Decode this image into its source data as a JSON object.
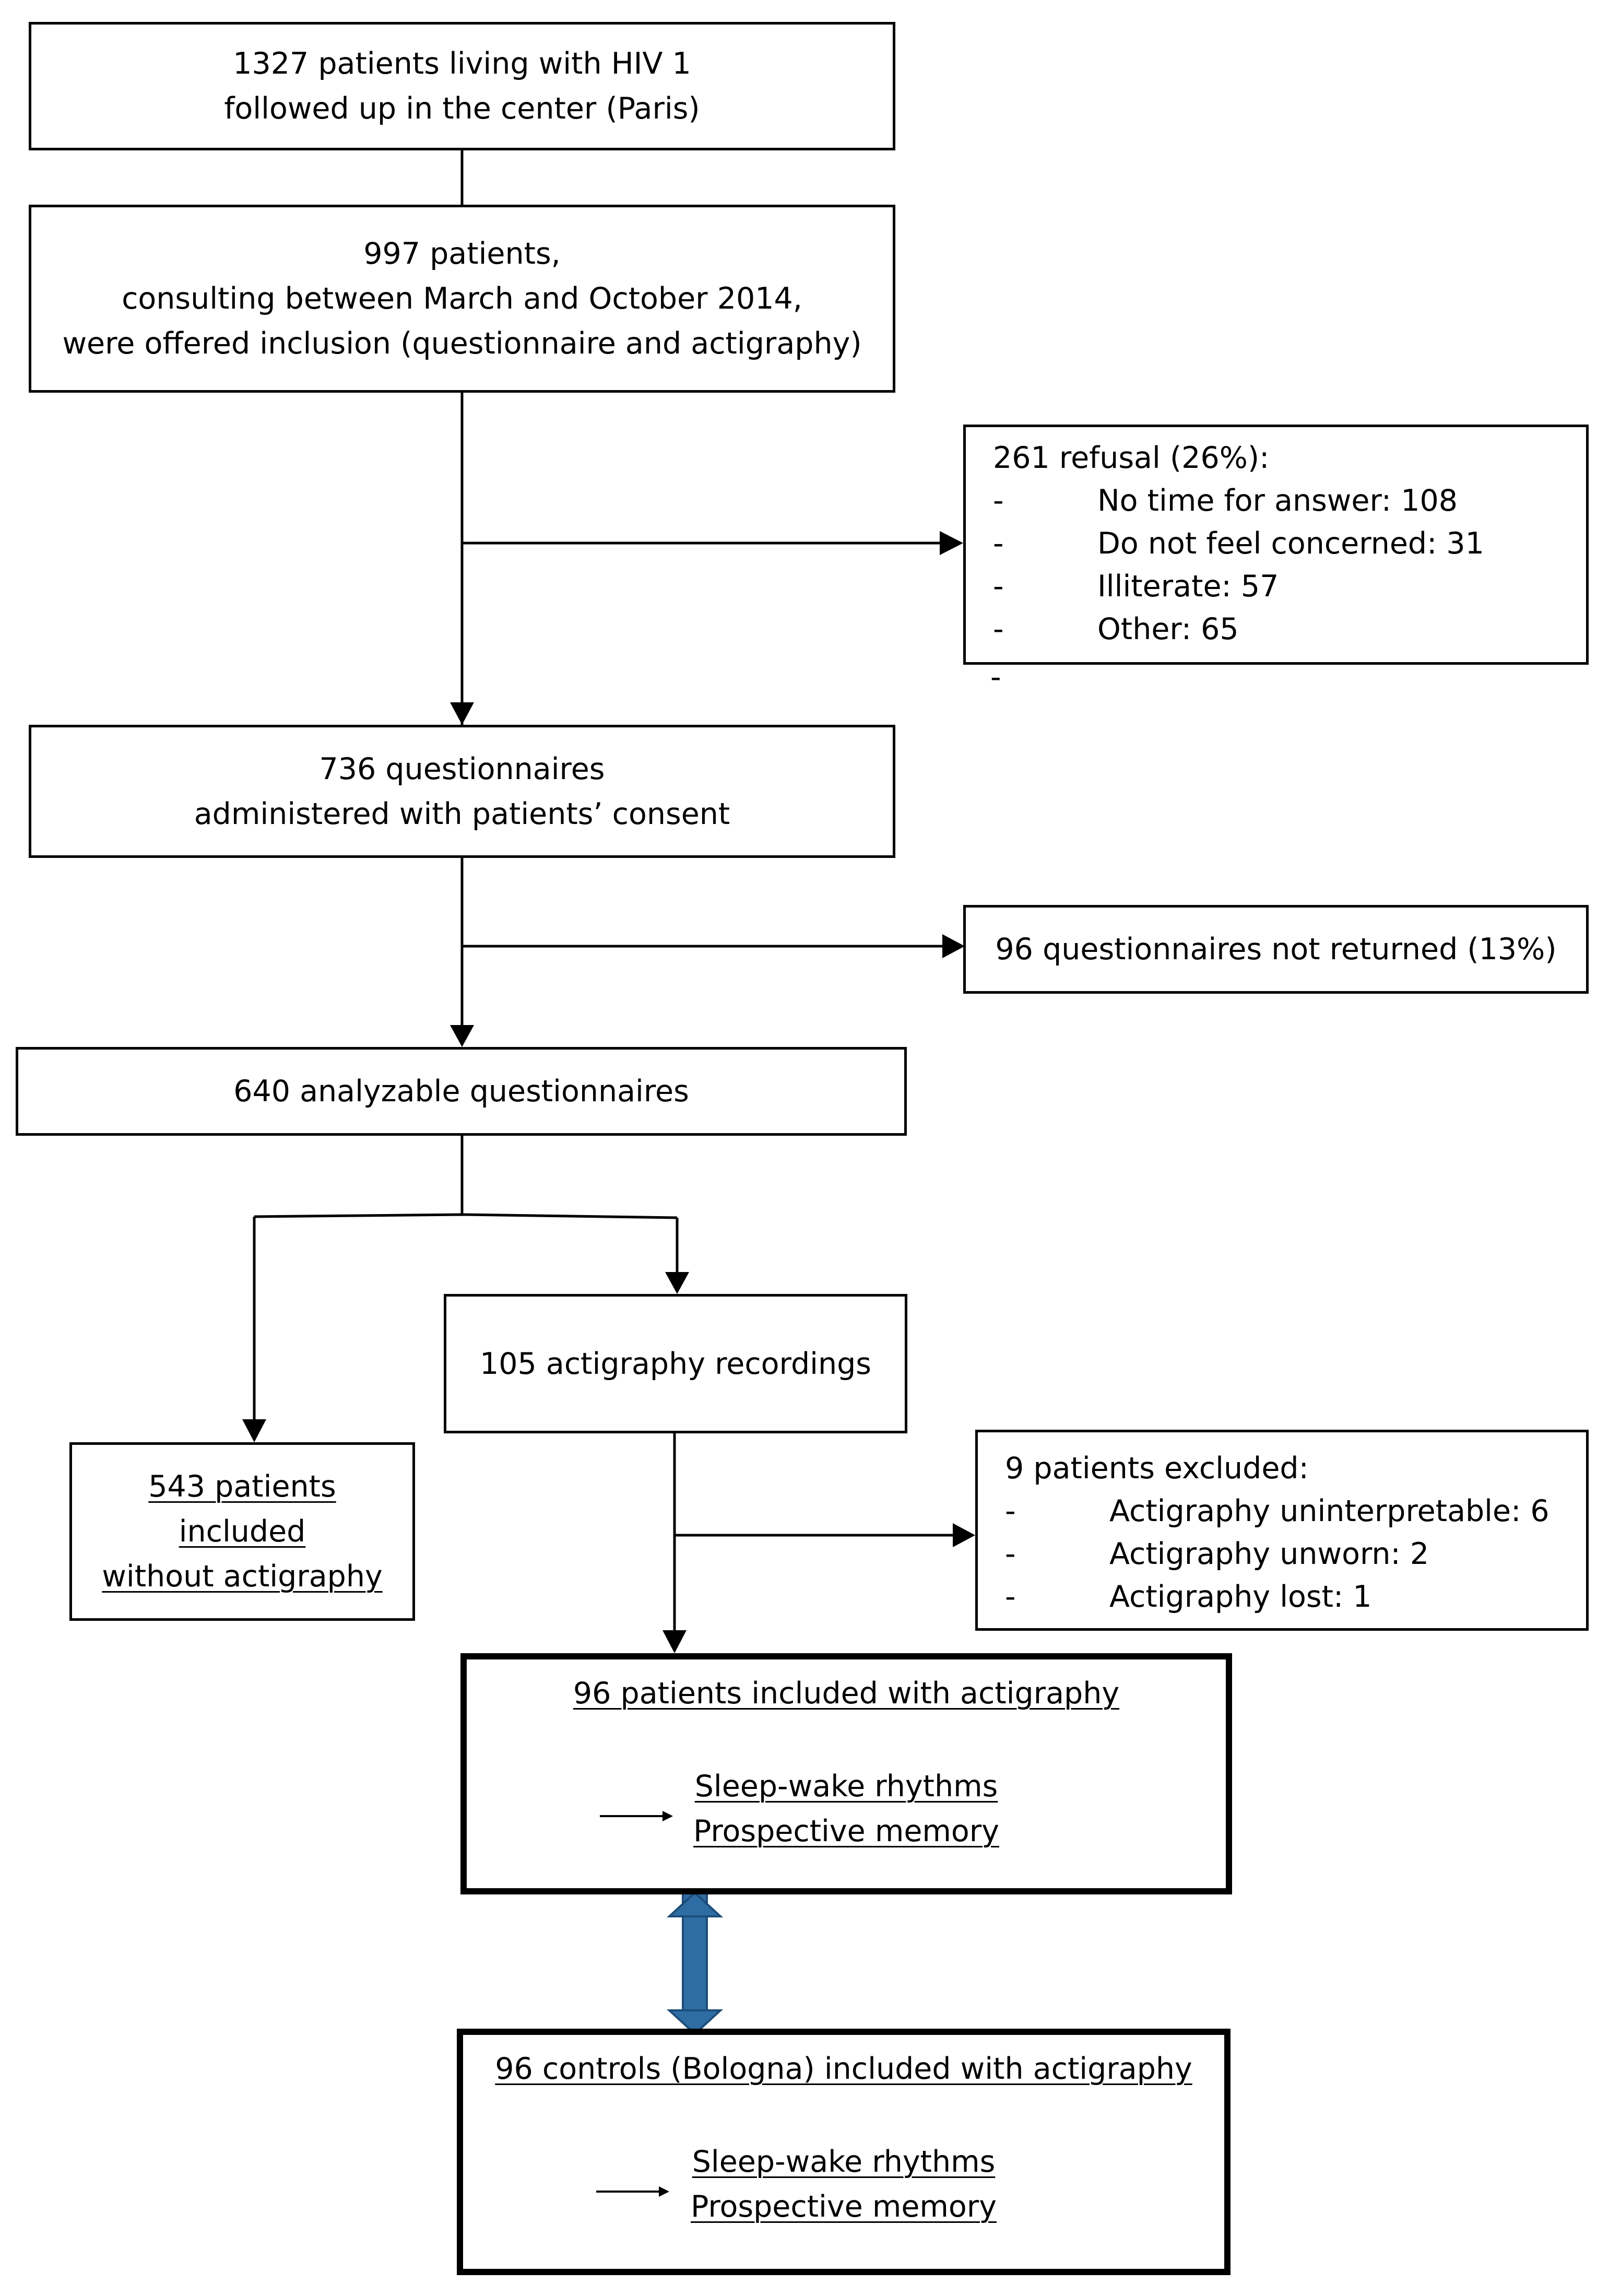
{
  "boxes": {
    "total": {
      "line1": "1327 patients living with HIV 1",
      "line2": "followed up in the center (Paris)"
    },
    "offered": {
      "line1": "997 patients,",
      "line2": "consulting between March and October 2014,",
      "line3": "were offered inclusion (questionnaire and actigraphy)"
    },
    "refusal": {
      "title": "261 refusal (26%):",
      "bullet": "-",
      "items": [
        "No time for answer: 108",
        "Do not feel concerned: 31",
        "Illiterate: 57",
        "Other: 65"
      ]
    },
    "administered": {
      "line1": "736 questionnaires",
      "line2": "administered with patients’ consent"
    },
    "not_returned": {
      "text": "96 questionnaires not returned (13%)"
    },
    "analyzable": {
      "text": "640 analyzable questionnaires"
    },
    "actigraphy": {
      "text": "105 actigraphy recordings"
    },
    "without_actigraphy": {
      "line1": "543 patients",
      "line2": "included",
      "line3": "without actigraphy"
    },
    "excluded": {
      "title": "9 patients excluded:",
      "bullet": "-",
      "items": [
        "Actigraphy uninterpretable: 6",
        "Actigraphy unworn: 2",
        "Actigraphy lost: 1"
      ]
    },
    "patients_included": {
      "title": "96 patients included with actigraphy",
      "outcome1": "Sleep-wake rhythms",
      "outcome2": "Prospective memory"
    },
    "controls_included": {
      "title": "96 controls (Bologna) included with actigraphy",
      "outcome1": "Sleep-wake rhythms",
      "outcome2": "Prospective memory"
    }
  },
  "colors": {
    "line": "#000000",
    "comparison_arrow": "#2e6da4",
    "comparison_arrow_edge": "#1c4d7a"
  }
}
